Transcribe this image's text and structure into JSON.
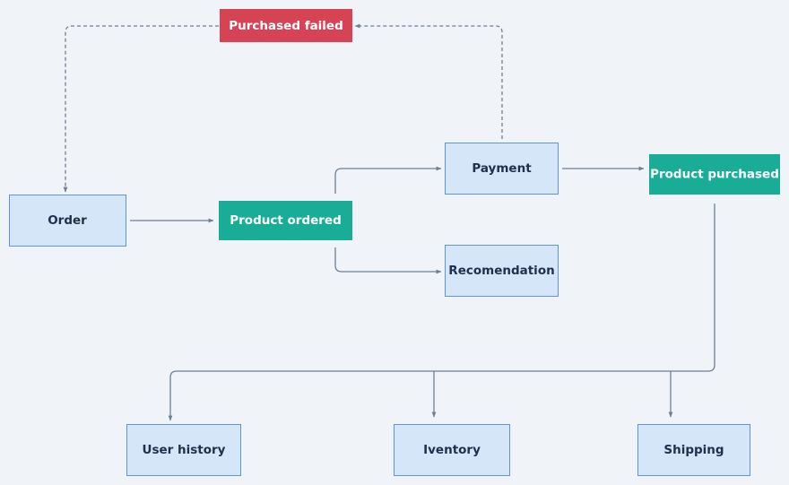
{
  "colors": {
    "background": "#f0f3f7",
    "system_fill": "#d5e6f8",
    "system_stroke": "#5f95d6",
    "system_text": "#20304a",
    "event_fill": "#19ad98",
    "event_text": "#ffffff",
    "failure_fill": "#d64354",
    "failure_text": "#ffffff",
    "connector": "#6d7f95"
  },
  "nodes": {
    "order": {
      "label": "Order",
      "kind": "system"
    },
    "product_ordered": {
      "label": "Product ordered",
      "kind": "event"
    },
    "payment": {
      "label": "Payment",
      "kind": "system"
    },
    "recomendation": {
      "label": "Recomendation",
      "kind": "system"
    },
    "product_purchased": {
      "label": "Product purchased",
      "kind": "event"
    },
    "purchased_failed": {
      "label": "Purchased failed",
      "kind": "failure"
    },
    "user_history": {
      "label": "User history",
      "kind": "system"
    },
    "iventory": {
      "label": "Iventory",
      "kind": "system"
    },
    "shipping": {
      "label": "Shipping",
      "kind": "system"
    }
  },
  "edges": [
    {
      "from": "order",
      "to": "product_ordered",
      "style": "solid"
    },
    {
      "from": "product_ordered",
      "to": "payment",
      "style": "solid"
    },
    {
      "from": "product_ordered",
      "to": "recomendation",
      "style": "solid"
    },
    {
      "from": "payment",
      "to": "product_purchased",
      "style": "solid"
    },
    {
      "from": "payment",
      "to": "purchased_failed",
      "style": "dashed"
    },
    {
      "from": "purchased_failed",
      "to": "order",
      "style": "dashed"
    },
    {
      "from": "product_purchased",
      "to": "user_history",
      "style": "solid"
    },
    {
      "from": "product_purchased",
      "to": "iventory",
      "style": "solid"
    },
    {
      "from": "product_purchased",
      "to": "shipping",
      "style": "solid"
    }
  ]
}
